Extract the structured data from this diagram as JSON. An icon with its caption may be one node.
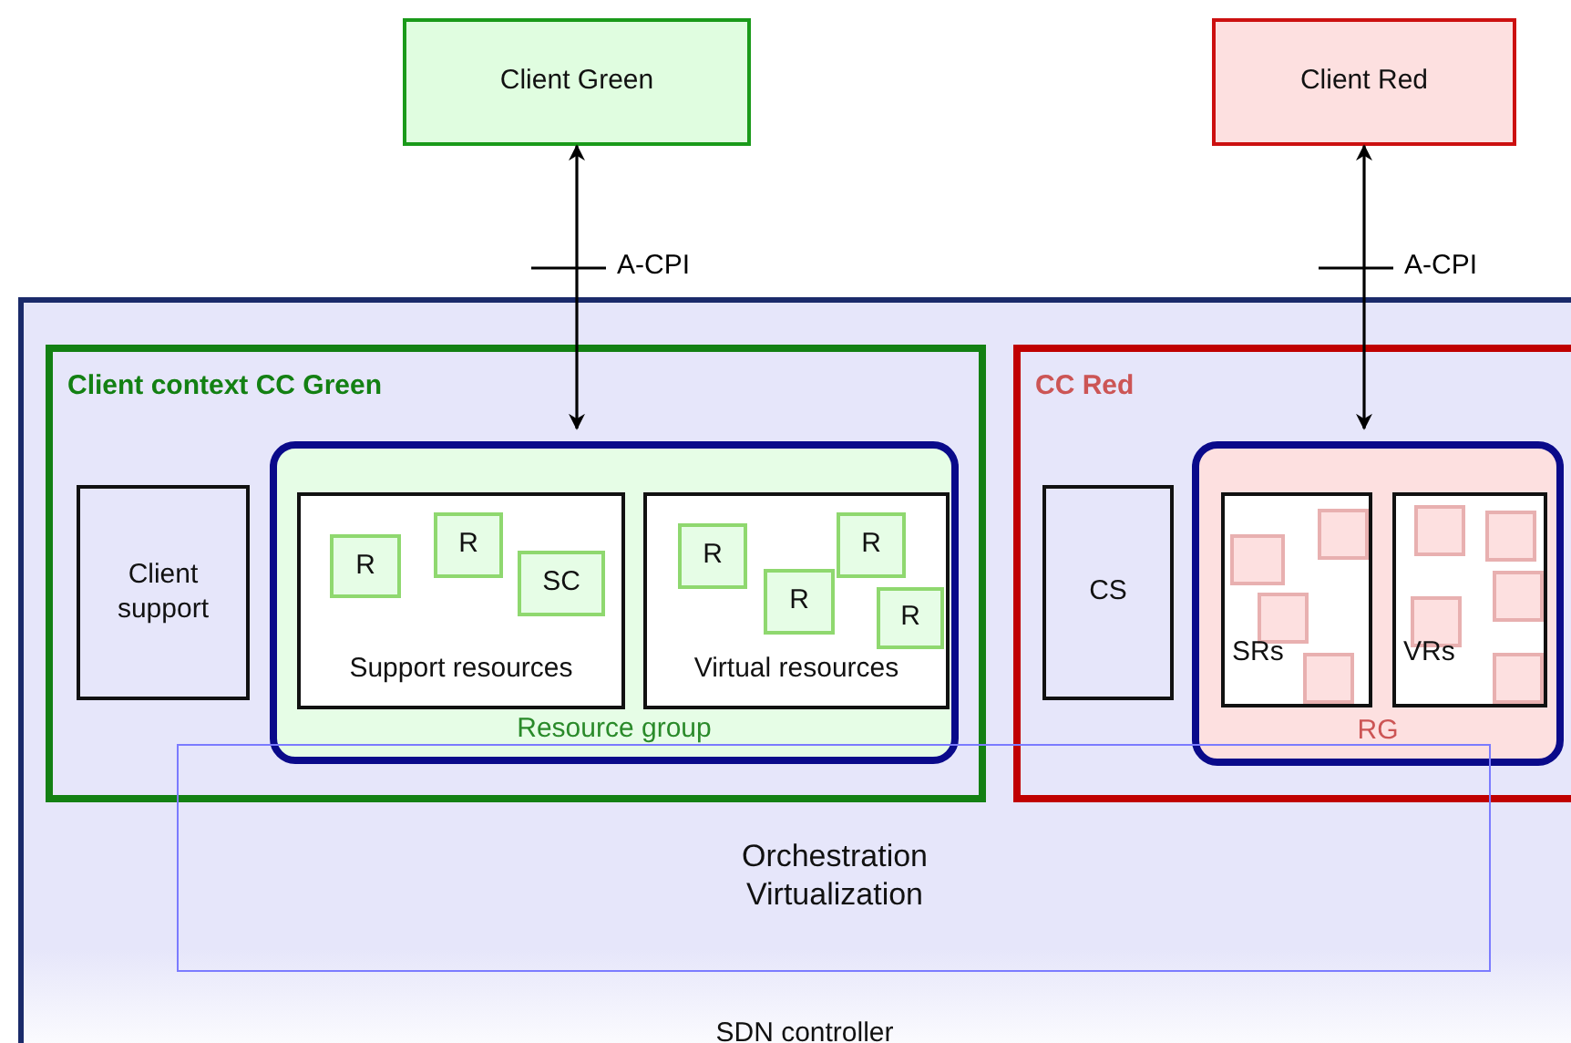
{
  "diagram": {
    "nodes": [
      {
        "text": [
          "Client Green"
        ]
      },
      {
        "text": [
          "Client Red"
        ]
      },
      {
        "text": [
          "SDN controller"
        ]
      },
      {
        "text": [
          "Client context CC Green"
        ],
        "in": 2
      },
      {
        "text": [
          "Client support"
        ],
        "in": 3
      },
      {
        "text": [
          "Resource group"
        ],
        "in": 3
      },
      {
        "text": [
          "Support resources"
        ],
        "in": 5
      },
      {
        "text": [
          "R"
        ],
        "in": 6
      },
      {
        "text": [
          "R"
        ],
        "in": 6
      },
      {
        "text": [
          "SC"
        ],
        "in": 6
      },
      {
        "text": [
          "Virtual resources"
        ],
        "in": 5
      },
      {
        "text": [
          "R"
        ],
        "in": 10
      },
      {
        "text": [
          "R"
        ],
        "in": 10
      },
      {
        "text": [
          "R"
        ],
        "in": 10
      },
      {
        "text": [
          "R"
        ],
        "in": 10
      },
      {
        "text": [
          "CC Red"
        ],
        "in": 2
      },
      {
        "text": [
          "CS"
        ],
        "in": 15
      },
      {
        "text": [
          "RG"
        ],
        "in": 15
      },
      {
        "text": [
          "SRs"
        ],
        "in": 17
      },
      {
        "text": [],
        "shape": "box",
        "in": 18
      },
      {
        "text": [],
        "shape": "box",
        "in": 18
      },
      {
        "text": [],
        "shape": "box",
        "in": 18
      },
      {
        "text": [],
        "shape": "box",
        "in": 18
      },
      {
        "text": [
          "VRs"
        ],
        "in": 17
      },
      {
        "text": [],
        "shape": "box",
        "in": 23
      },
      {
        "text": [],
        "shape": "box",
        "in": 23
      },
      {
        "text": [],
        "shape": "box",
        "in": 23
      },
      {
        "text": [],
        "shape": "box",
        "in": 23
      },
      {
        "text": [],
        "shape": "box",
        "in": 23
      },
      {
        "text": [
          "Orchestration Virtualization"
        ],
        "in": 2
      }
    ],
    "edges": [
      {
        "from": 0,
        "to": 5,
        "arrow": "both",
        "label": "A-CPI"
      },
      {
        "from": 1,
        "to": 17,
        "arrow": "both",
        "label": "A-CPI"
      }
    ]
  }
}
